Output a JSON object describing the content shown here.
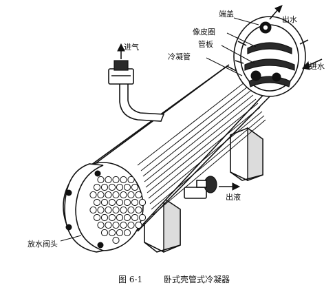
{
  "labels": {
    "steam_inlet": "进气",
    "end_cover": "端盖",
    "water_outlet": "出水",
    "rubber_ring": "像皮圈",
    "tube_sheet": "管板",
    "condenser_tube": "冷凝管",
    "water_inlet": "进水",
    "liquid_outlet": "出液",
    "drain_valve": "放水阀头"
  },
  "caption": {
    "number": "图 6-1",
    "title": "卧式壳管式冷凝器"
  },
  "colors": {
    "ink": "#111111",
    "paper": "#ffffff",
    "shade": "#dcdcdc"
  }
}
